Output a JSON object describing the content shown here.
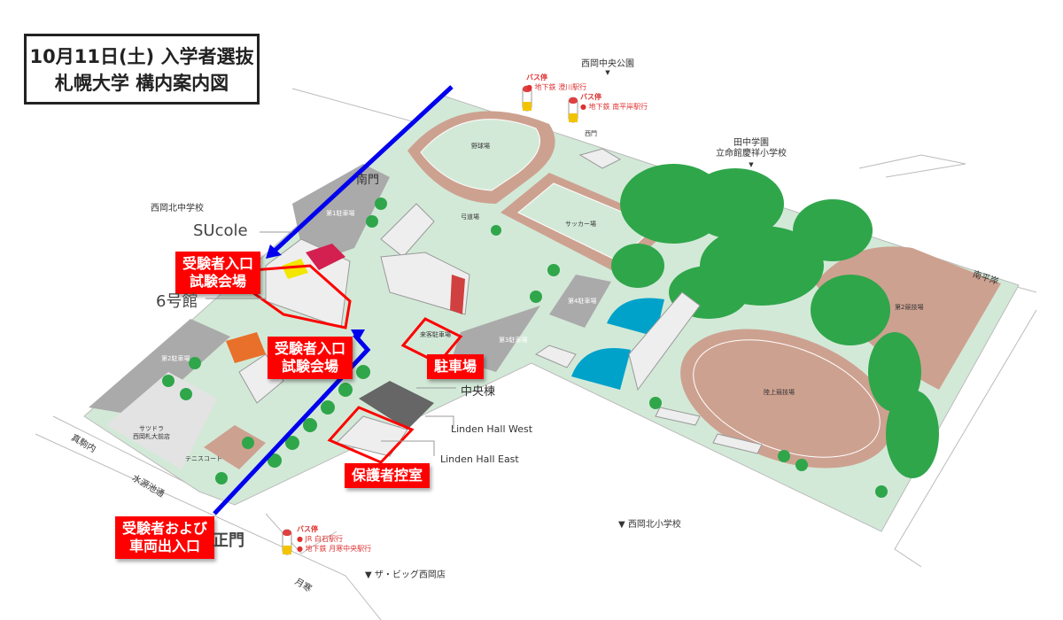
{
  "title": {
    "line1": "10月11日(土) 入学者選抜",
    "line2": "札幌大学  構内案内図"
  },
  "callouts": {
    "exam_entrance_1": [
      "受験者入口",
      "試験会場"
    ],
    "exam_entrance_2": [
      "受験者入口",
      "試験会場"
    ],
    "parking": "駐車場",
    "guardian_room": "保護者控室",
    "main_entrance": [
      "受験者および",
      "車両出入口"
    ]
  },
  "buildings": {
    "sucole": "SUcole",
    "building6": "6号館",
    "central": "中央棟",
    "linden_west": "Linden Hall West",
    "linden_east": "Linden Hall East"
  },
  "gates": {
    "south": "南門",
    "west": "西門",
    "main": "正門"
  },
  "facilities": {
    "baseball": "野球場",
    "soccer": "サッカー場",
    "archery": "弓道場",
    "track": "陸上競技場",
    "field2": "第2競技場",
    "parking1": "第1駐車場",
    "parking2": "第2駐車場",
    "parking3": "第3駐車場",
    "parking4": "第4駐車場",
    "visitor_parking": "来客駐車場",
    "tennis": "テニスコート",
    "drugstore": [
      "サツドラ",
      "西岡札大前店"
    ]
  },
  "surroundings": {
    "park": "西岡中央公園",
    "tanaka": [
      "田中学園",
      "立命館慶祥小学校"
    ],
    "nishioka_kita_jh": "西岡北中学校",
    "nishioka_kita_es": "▼ 西岡北小学校",
    "big": "▼ ザ・ビッグ西岡店",
    "minami_hiragishi": "南平岸",
    "makomanai": "真駒内",
    "suigenchi": "水源池通",
    "tsukisamu": "月寒"
  },
  "bus_stops": [
    {
      "title": "バス停",
      "lines": [
        "● 地下鉄 澄川駅行"
      ]
    },
    {
      "title": "バス停",
      "lines": [
        "● 地下鉄 南平岸駅行"
      ]
    },
    {
      "title": "バス停",
      "lines": [
        "● JR 白石駅行",
        "● 地下鉄 月寒中央駅行"
      ]
    }
  ],
  "colors": {
    "route": "#0000ee",
    "callout": "#ff0000",
    "ground": "#d3e9d8",
    "track": "#cda190",
    "tree": "#2fa64a",
    "dome": "#00a2c9"
  }
}
